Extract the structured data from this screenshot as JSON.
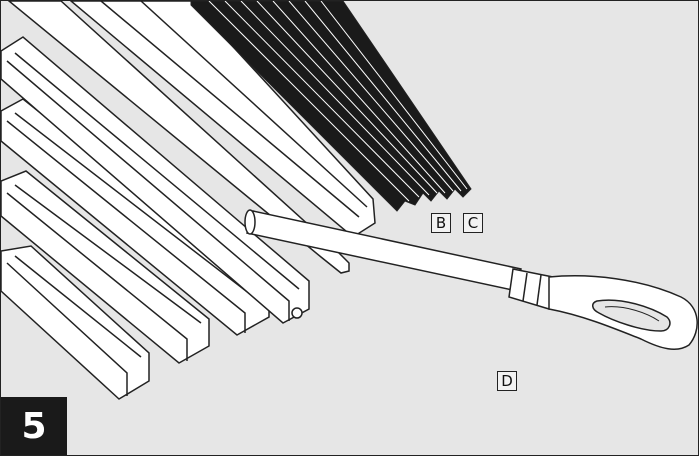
{
  "labels": {
    "b": "B",
    "c": "C",
    "d": "D"
  },
  "step": {
    "number": "5"
  },
  "colors": {
    "background": "#e6e6e6",
    "line": "#222222",
    "part_fill": "#ffffff",
    "dark_strip": "#1a1a1a"
  }
}
